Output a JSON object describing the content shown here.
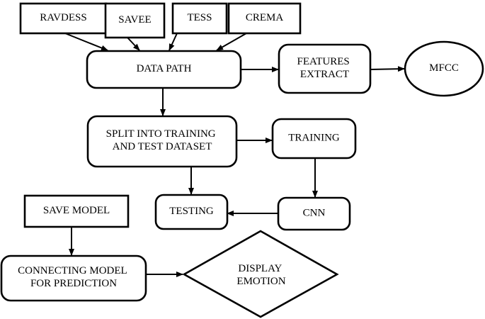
{
  "nodes": {
    "ravdess": {
      "lines": [
        "RAVDESS"
      ]
    },
    "savee": {
      "lines": [
        "SAVEE"
      ]
    },
    "tess": {
      "lines": [
        "TESS"
      ]
    },
    "crema": {
      "lines": [
        "CREMA"
      ]
    },
    "data_path": {
      "lines": [
        "DATA PATH"
      ]
    },
    "features_extract": {
      "lines": [
        "FEATURES",
        "EXTRACT"
      ]
    },
    "mfcc": {
      "lines": [
        "MFCC"
      ]
    },
    "split": {
      "lines": [
        "SPLIT INTO TRAINING",
        "AND TEST DATASET"
      ]
    },
    "training": {
      "lines": [
        "TRAINING"
      ]
    },
    "testing": {
      "lines": [
        "TESTING"
      ]
    },
    "cnn": {
      "lines": [
        "CNN"
      ]
    },
    "save_model": {
      "lines": [
        "SAVE MODEL"
      ]
    },
    "connecting_model": {
      "lines": [
        "CONNECTING MODEL",
        "FOR PREDICTION"
      ]
    },
    "display_emotion": {
      "lines": [
        "DISPLAY",
        "EMOTION"
      ]
    }
  }
}
